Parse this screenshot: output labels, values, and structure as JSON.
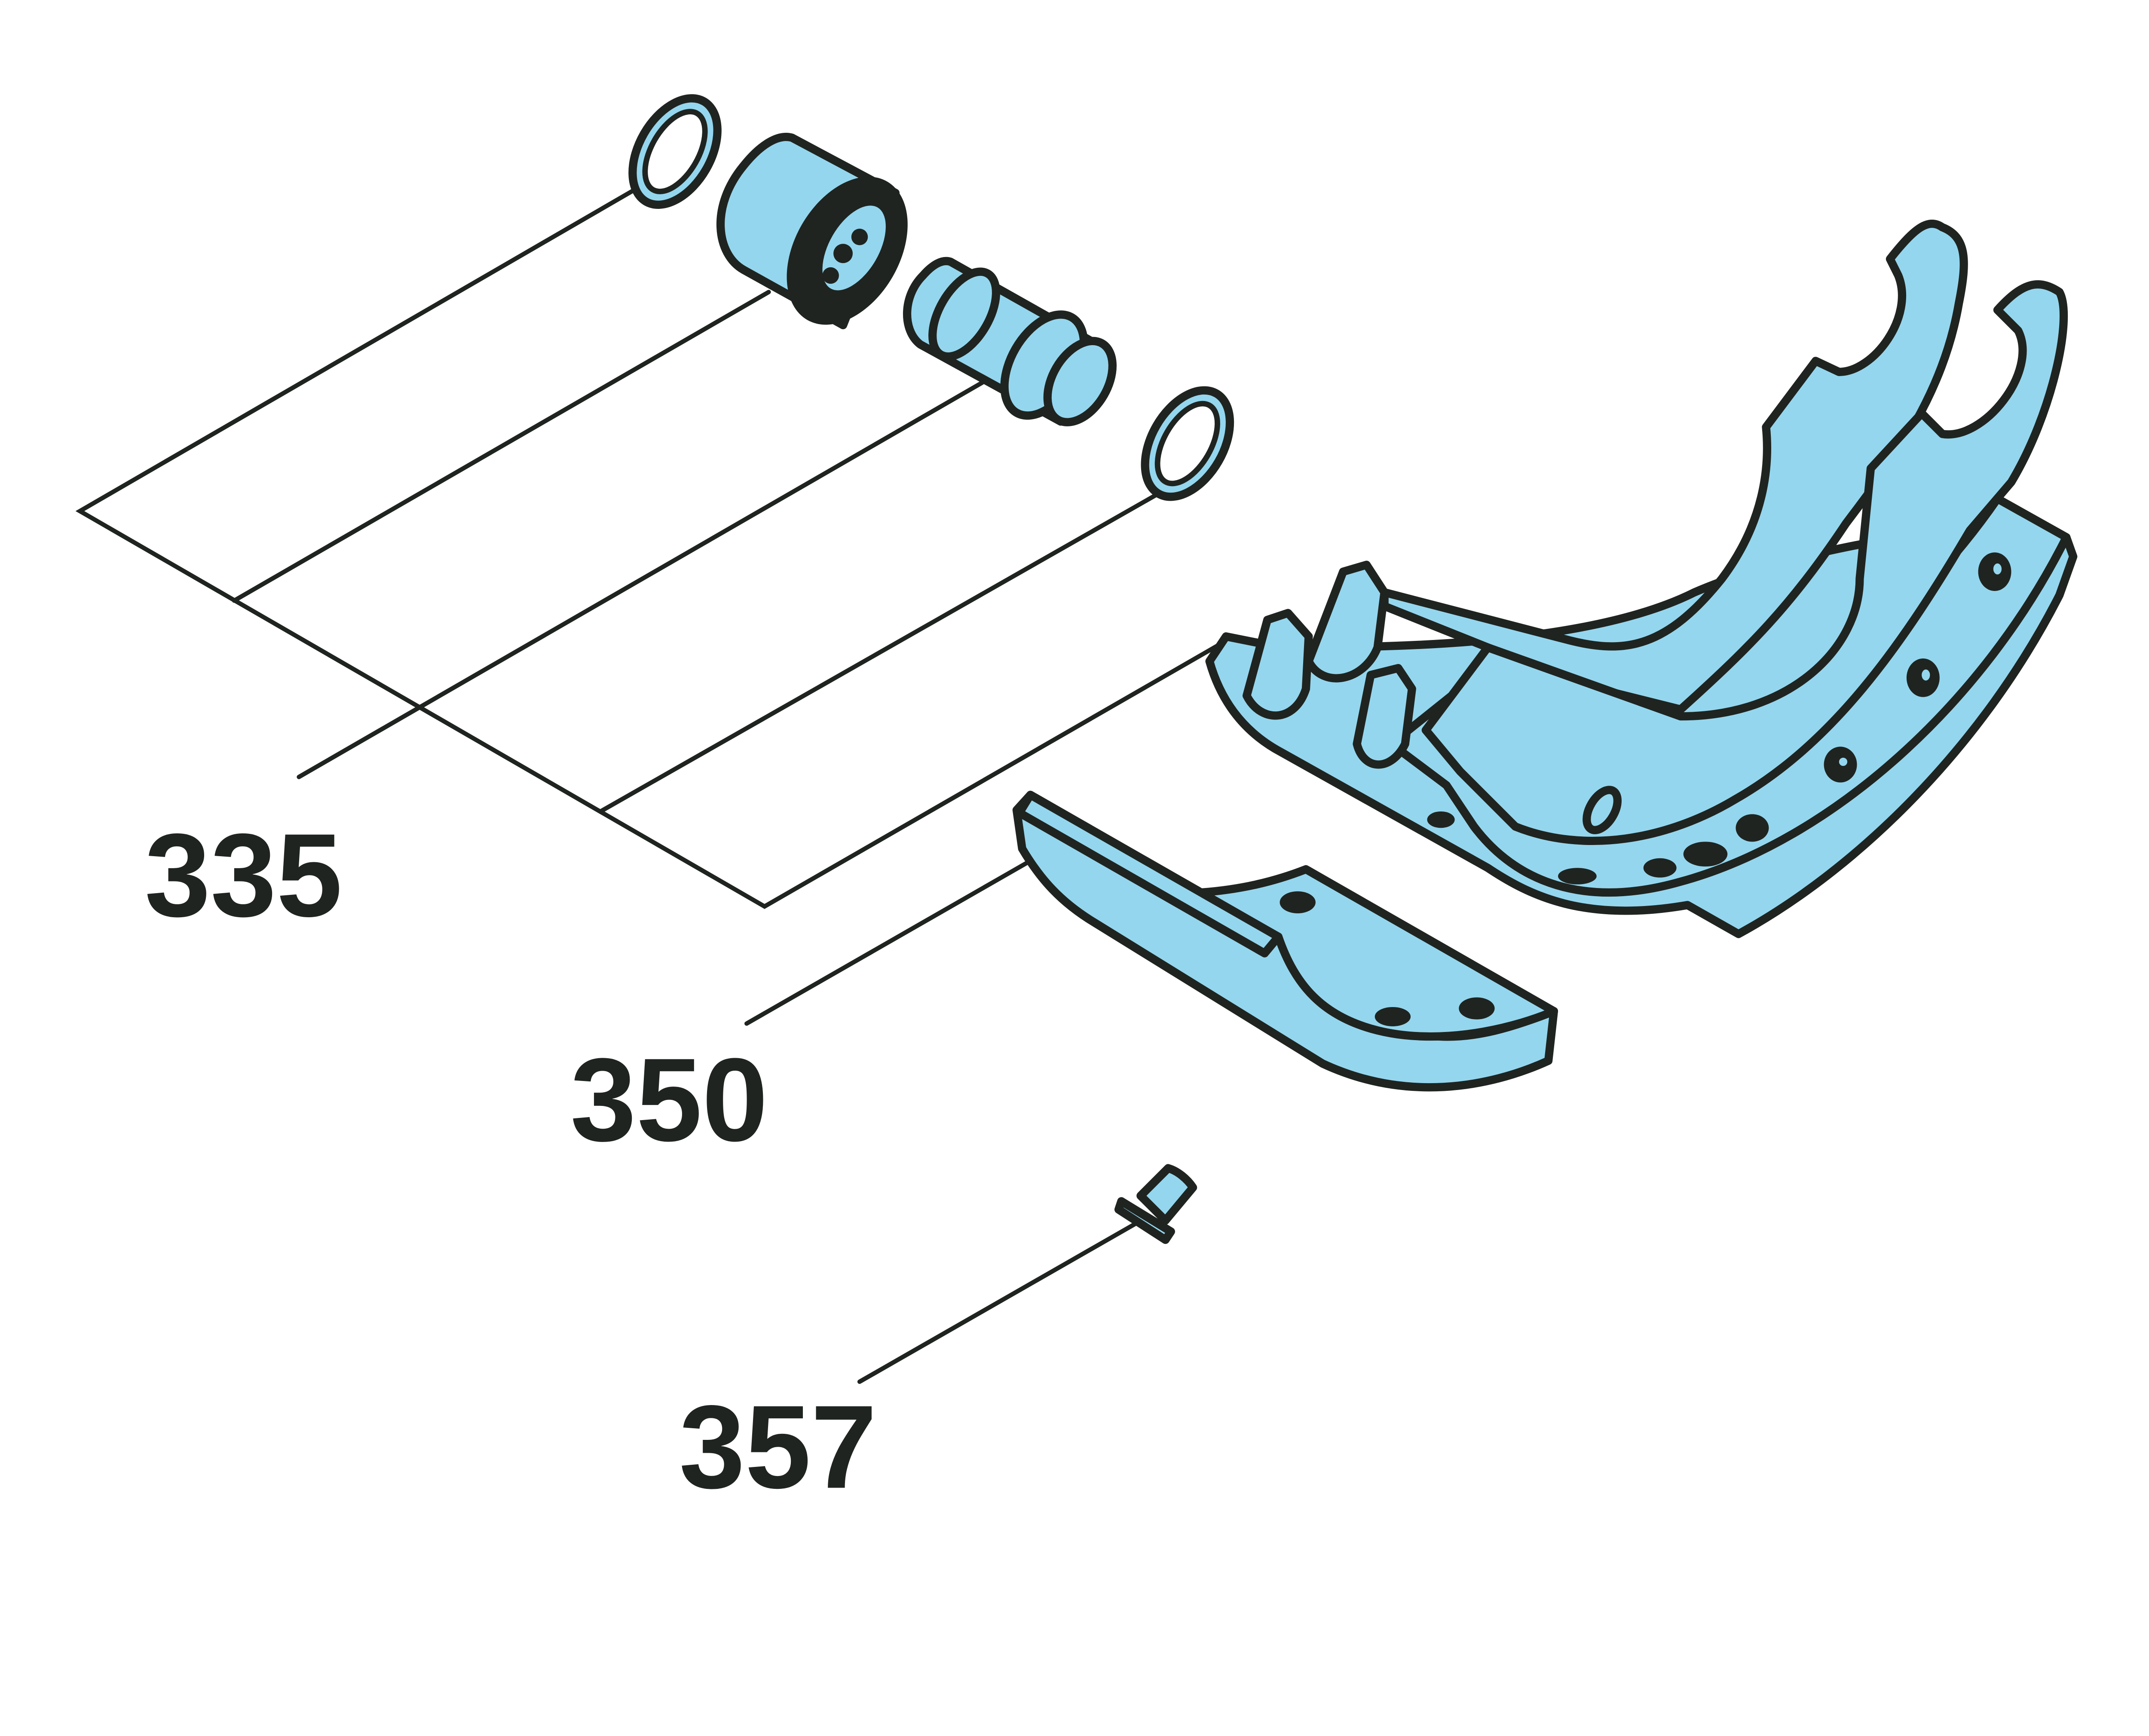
{
  "diagram": {
    "type": "exploded parts diagram",
    "colors": {
      "part_fill": "#94d6ee",
      "outline": "#1f2420",
      "background": "#ffffff"
    },
    "callouts": [
      {
        "id": "callout-335",
        "label": "335"
      },
      {
        "id": "callout-350",
        "label": "350"
      },
      {
        "id": "callout-357",
        "label": "357"
      }
    ]
  }
}
